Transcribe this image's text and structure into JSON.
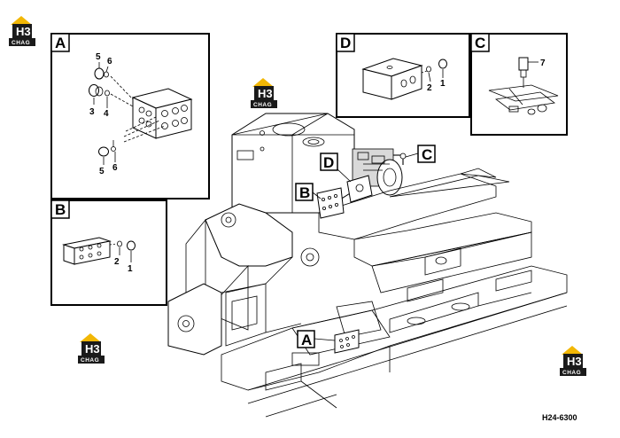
{
  "logo": {
    "mark": "H3",
    "caption": "CHAG",
    "color_roof": "#f2b705",
    "color_box": "#1a1a1a"
  },
  "detail_labels": {
    "a": "A",
    "b": "B",
    "c": "C",
    "d": "D"
  },
  "callouts": {
    "a": "A",
    "b": "B",
    "c": "C",
    "d": "D"
  },
  "parts": {
    "a": [
      "5",
      "6",
      "3",
      "4",
      "5",
      "6"
    ],
    "b": [
      "2",
      "1"
    ],
    "c": [
      "7"
    ],
    "d": [
      "2",
      "1"
    ]
  },
  "drawing_code": "H24-6300"
}
